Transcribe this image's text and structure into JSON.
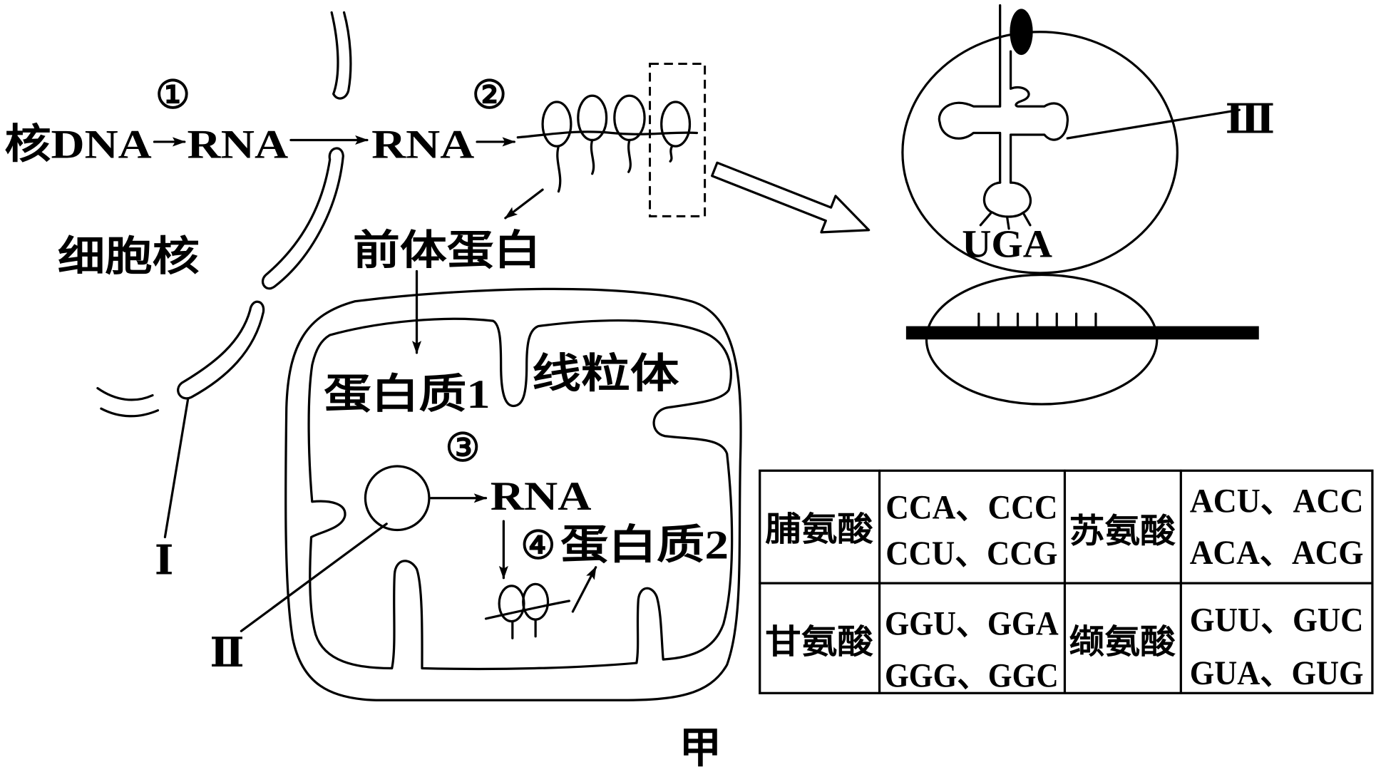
{
  "colors": {
    "line": "#000000",
    "background": "#ffffff"
  },
  "figure": {
    "caption": "甲",
    "nucleus": {
      "label": "细胞核",
      "dna_label": "核DNA",
      "rna_label_1": "RNA",
      "rna_label_2": "RNA",
      "step_1": "①",
      "step_2": "②",
      "structure_I": "Ⅰ"
    },
    "cytoplasm": {
      "precursor_protein_label": "前体蛋白"
    },
    "mitochondrion": {
      "label": "线粒体",
      "protein_1": "蛋白质1",
      "step_3": "③",
      "rna_label": "RNA",
      "step_4": "④",
      "protein_2": "蛋白质2",
      "structure_II": "Ⅱ"
    },
    "ribosome_detail": {
      "structure_III": "Ⅲ",
      "anticodon": "UGA"
    },
    "codon_table": {
      "rows": [
        [
          {
            "amino_acid": "脯氨酸",
            "codons": [
              "CCA、CCC",
              "CCU、CCG"
            ]
          },
          {
            "amino_acid": "苏氨酸",
            "codons": [
              "ACU、ACC",
              "ACA、ACG"
            ]
          }
        ],
        [
          {
            "amino_acid": "甘氨酸",
            "codons": [
              "GGU、GGA",
              "GGG、GGC"
            ]
          },
          {
            "amino_acid": "缬氨酸",
            "codons": [
              "GUU、GUC",
              "GUA、GUG"
            ]
          }
        ]
      ]
    }
  }
}
